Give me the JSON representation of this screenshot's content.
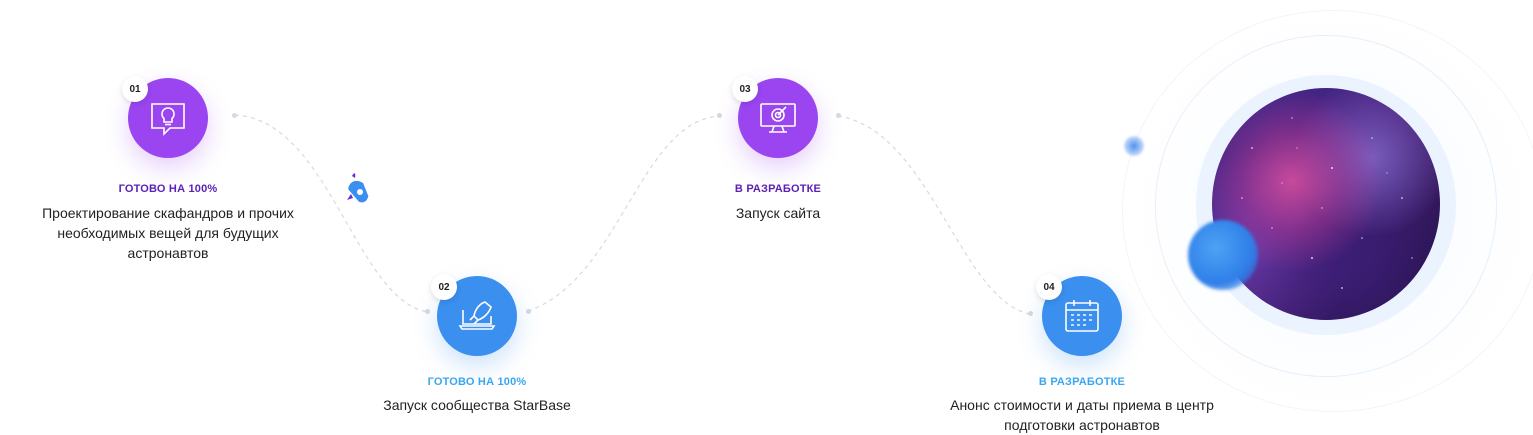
{
  "steps": [
    {
      "number": "01",
      "status": "ГОТОВО НА 100%",
      "title": "Проектирование скафандров и прочих необходимых вещей для будущих астронавтов",
      "icon": "lightbulb-chat-icon",
      "color": "#9a45f0"
    },
    {
      "number": "02",
      "status": "ГОТОВО НА 100%",
      "title": "Запуск сообщества StarBase",
      "icon": "laptop-rocket-icon",
      "color": "#3b8fef"
    },
    {
      "number": "03",
      "status": "В РАЗРАБОТКЕ",
      "title": "Запуск сайта",
      "icon": "monitor-target-icon",
      "color": "#9a45f0"
    },
    {
      "number": "04",
      "status": "В РАЗРАБОТКЕ",
      "title": "Анонс стоимости и даты приема в центр подготовки астронавтов",
      "icon": "calendar-icon",
      "color": "#3b8fef"
    }
  ],
  "decor": {
    "rocket": "rocket-icon",
    "planet": "planet-image"
  },
  "colors": {
    "purple": "#9a45f0",
    "blue": "#3b8fef",
    "status_purple": "#5b21b6",
    "status_blue": "#3ba6f0"
  }
}
